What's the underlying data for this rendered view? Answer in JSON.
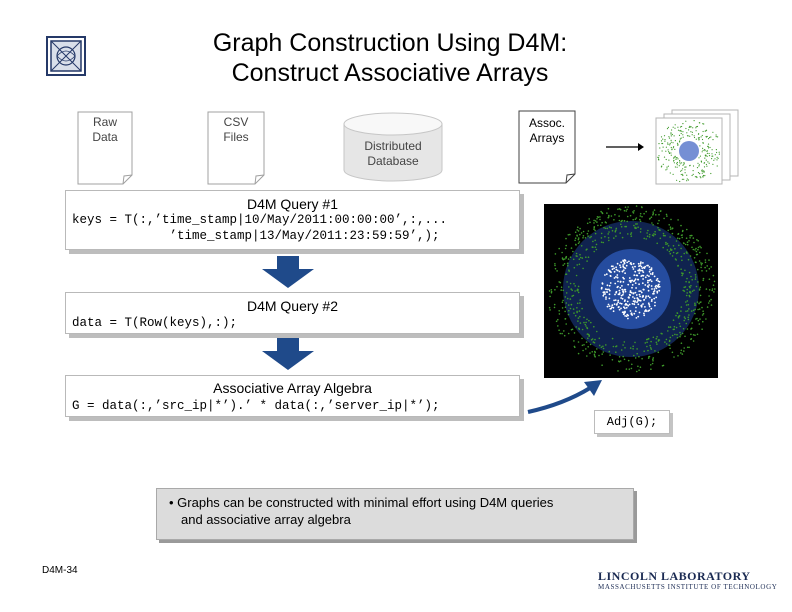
{
  "slide": {
    "title_line1": "Graph Construction Using D4M:",
    "title_line2": "Construct Associative Arrays",
    "footer_id": "D4M-34",
    "logo_main": "LINCOLN LABORATORY",
    "logo_sub": "MASSACHUSETTS INSTITUTE OF TECHNOLOGY"
  },
  "flow": {
    "raw_line1": "Raw",
    "raw_line2": "Data",
    "csv_line1": "CSV",
    "csv_line2": "Files",
    "db_line1": "Distributed",
    "db_line2": "Database",
    "assoc_line1": "Assoc.",
    "assoc_line2": "Arrays"
  },
  "query1": {
    "title": "D4M Query #1",
    "code_line1": "keys = T(:,’time_stamp|10/May/2011:00:00:00’,:,...",
    "code_line2": "             ’time_stamp|13/May/2011:23:59:59’,);"
  },
  "query2": {
    "title": "D4M Query #2",
    "code_line1": "data = T(Row(keys),:);"
  },
  "algebra": {
    "title": "Associative Array Algebra",
    "code_line1": "G = data(:,’src_ip|*’).’ * data(:,’server_ip|*’);"
  },
  "adj": {
    "label": "Adj(G);"
  },
  "bullet": {
    "line1": "Graphs can be constructed with minimal effort using D4M queries",
    "line2": "and associative array algebra"
  },
  "colors": {
    "arrow_blue": "#1f4a8a",
    "graph_blue": "#1e3f8f",
    "graph_green": "#3e9a2a"
  }
}
